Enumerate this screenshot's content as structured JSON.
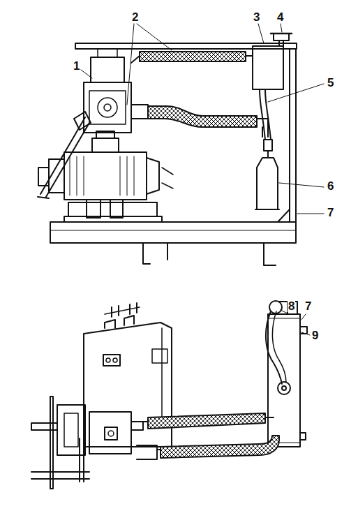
{
  "diagram": {
    "labels": [
      "2",
      "3",
      "4",
      "1",
      "5",
      "6",
      "7",
      "8",
      "7",
      "9"
    ]
  }
}
